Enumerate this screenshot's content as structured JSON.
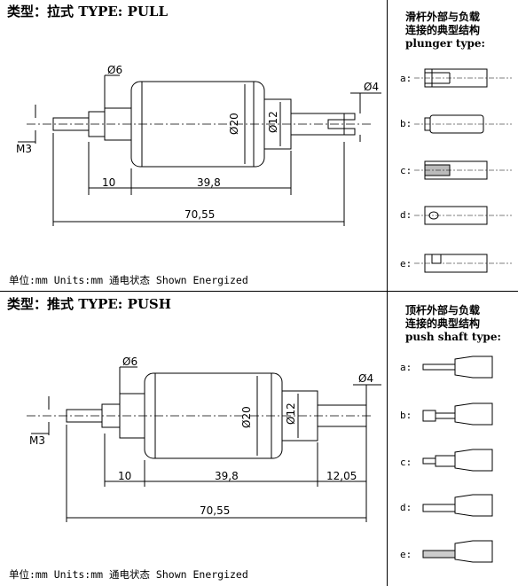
{
  "pull": {
    "title": "类型：拉式  TYPE: PULL",
    "units": "单位:mm  Units:mm    通电状态 Shown Energized",
    "dims": {
      "d6": "Ø6",
      "d4": "Ø4",
      "d20": "Ø20",
      "d12": "Ø12",
      "m3": "M3",
      "l10": "10",
      "l39": "39,8",
      "l70": "70,55"
    },
    "side_title_1": "滑杆外部与负载",
    "side_title_2": "连接的典型结构",
    "side_title_3": "plunger type:",
    "rows": [
      "a:",
      "b:",
      "c:",
      "d:",
      "e:"
    ]
  },
  "push": {
    "title": "类型：推式  TYPE: PUSH",
    "units": "单位:mm  Units:mm    通电状态 Shown Energized",
    "dims": {
      "d6": "Ø6",
      "d4": "Ø4",
      "d20": "Ø20",
      "d12": "Ø12",
      "m3": "M3",
      "l10": "10",
      "l39": "39,8",
      "l12": "12,05",
      "l70": "70,55"
    },
    "side_title_1": "顶杆外部与负载",
    "side_title_2": "连接的典型结构",
    "side_title_3": "push shaft type:",
    "rows": [
      "a:",
      "b:",
      "c:",
      "d:",
      "e:"
    ]
  }
}
